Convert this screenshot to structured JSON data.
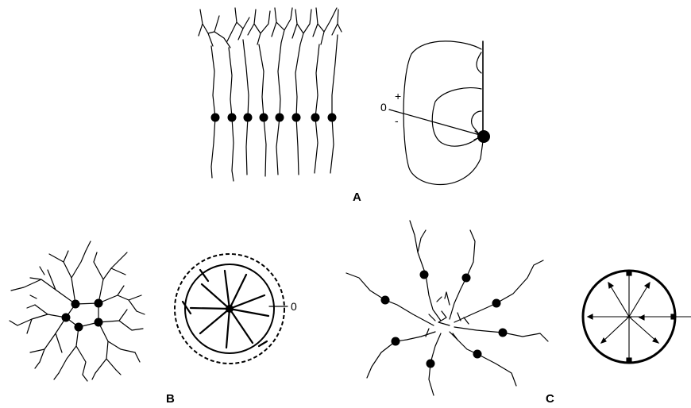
{
  "panels": {
    "A": {
      "label": "A",
      "plus": "+",
      "zero": "0",
      "minus": "-"
    },
    "B": {
      "label": "B",
      "zero": "0"
    },
    "C": {
      "label": "C"
    }
  },
  "colors": {
    "ink": "#000000",
    "background": "#ffffff"
  }
}
